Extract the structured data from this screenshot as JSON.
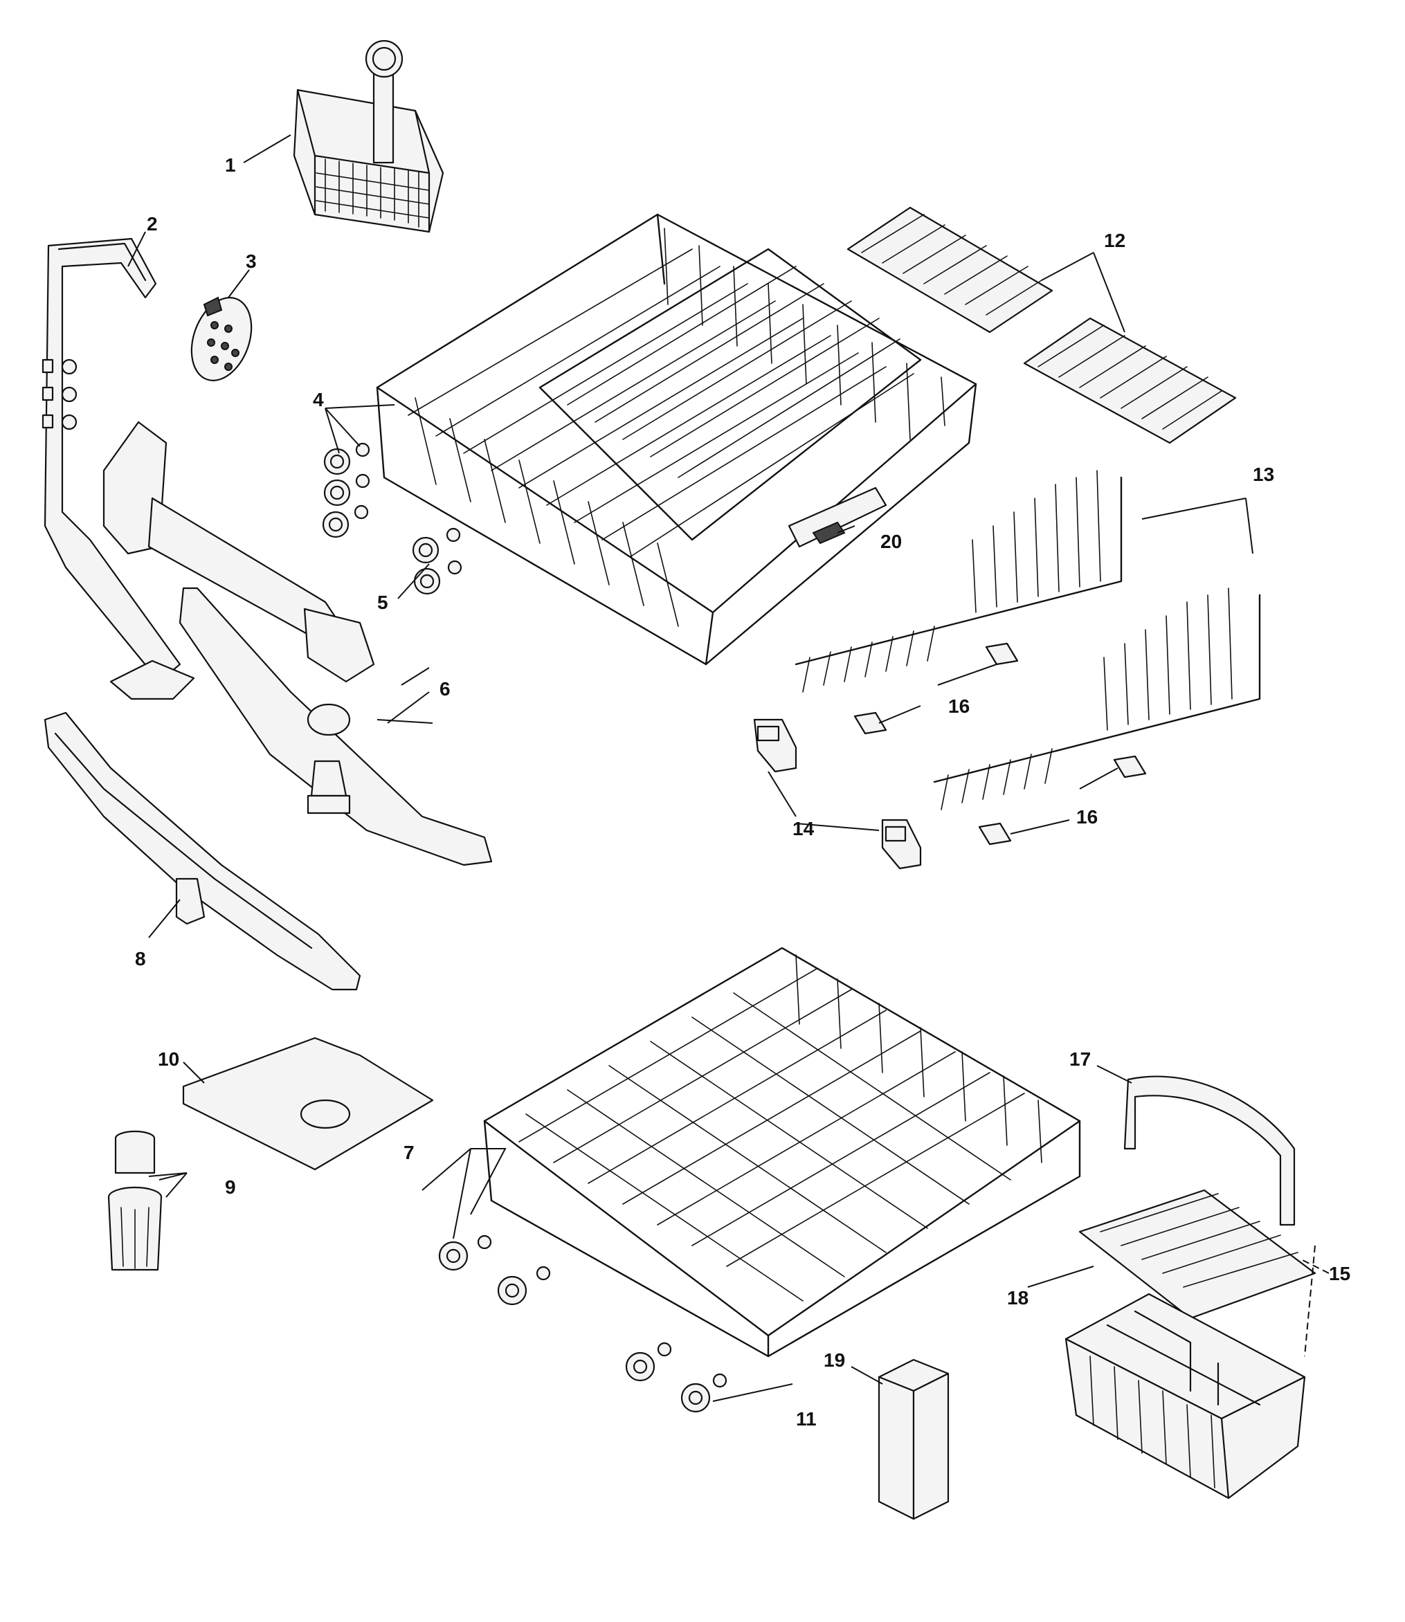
{
  "callouts": [
    {
      "id": "c1",
      "label": "1"
    },
    {
      "id": "c2",
      "label": "2"
    },
    {
      "id": "c3",
      "label": "3"
    },
    {
      "id": "c4",
      "label": "4"
    },
    {
      "id": "c5",
      "label": "5"
    },
    {
      "id": "c6",
      "label": "6"
    },
    {
      "id": "c7",
      "label": "7"
    },
    {
      "id": "c8",
      "label": "8"
    },
    {
      "id": "c9",
      "label": "9"
    },
    {
      "id": "c10",
      "label": "10"
    },
    {
      "id": "c11",
      "label": "11"
    },
    {
      "id": "c12",
      "label": "12"
    },
    {
      "id": "c13",
      "label": "13"
    },
    {
      "id": "c14",
      "label": "14"
    },
    {
      "id": "c15",
      "label": "15"
    },
    {
      "id": "c16a",
      "label": "16"
    },
    {
      "id": "c16b",
      "label": "16"
    },
    {
      "id": "c17",
      "label": "17"
    },
    {
      "id": "c18",
      "label": "18"
    },
    {
      "id": "c19",
      "label": "19"
    },
    {
      "id": "c20",
      "label": "20"
    }
  ]
}
